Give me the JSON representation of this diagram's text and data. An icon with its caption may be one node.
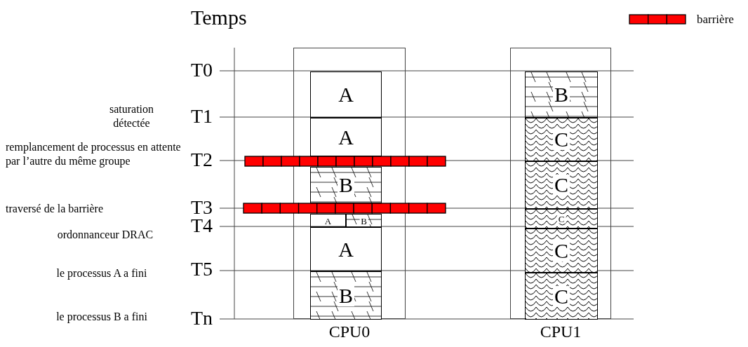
{
  "diagram": {
    "title": "Temps",
    "nodes": [
      {
        "text": [
          "CPU0"
        ]
      },
      {
        "text": [
          "A"
        ],
        "in": 0
      },
      {
        "text": [
          "A"
        ],
        "in": 0
      },
      {
        "text": [
          "B"
        ],
        "in": 0
      },
      {
        "text": [
          "A"
        ],
        "in": 0
      },
      {
        "text": [
          "B"
        ],
        "in": 0
      },
      {
        "text": [
          "A"
        ],
        "in": 0
      },
      {
        "text": [
          "B"
        ],
        "in": 0
      },
      {
        "text": [
          "CPU1"
        ]
      },
      {
        "text": [
          "B"
        ],
        "in": 8
      },
      {
        "text": [
          "C"
        ],
        "in": 8
      },
      {
        "text": [
          "C"
        ],
        "in": 8
      },
      {
        "text": [
          "C"
        ],
        "in": 8
      },
      {
        "text": [
          "C"
        ],
        "in": 8
      },
      {
        "text": [
          "C"
        ],
        "in": 8
      }
    ],
    "edges": [],
    "labels": [
      "T0",
      "saturation détectée",
      "T1",
      "remplancement de processus en attente par l’autre du même groupe",
      "T2",
      "traversé de la barrière",
      "T3",
      "ordonnanceur DRAC",
      "T4",
      "le processus A a fini",
      "T5",
      "le processus B a fini",
      "Tn"
    ],
    "legend": [
      {
        "text": "barrière",
        "color": "#ff0000"
      }
    ]
  }
}
